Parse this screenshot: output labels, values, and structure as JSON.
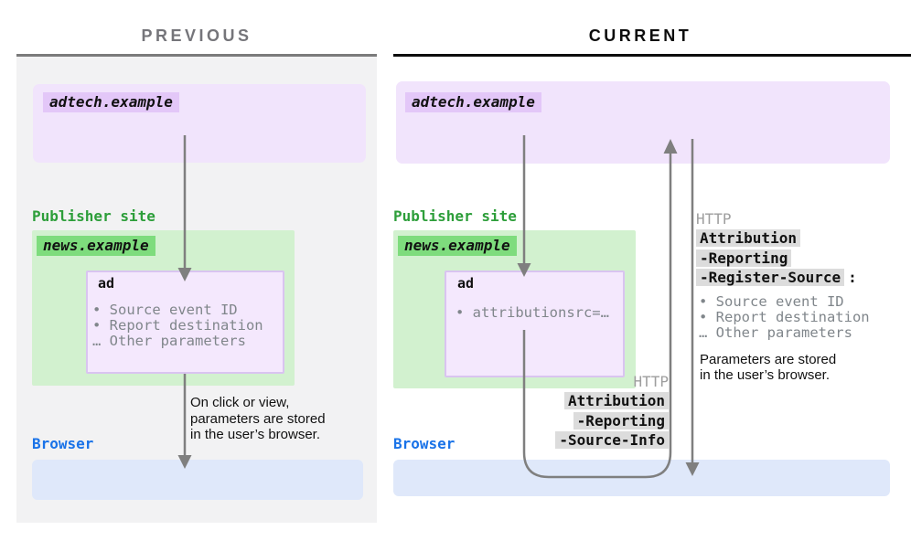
{
  "headers": {
    "previous": "PREVIOUS",
    "current": "CURRENT"
  },
  "previous": {
    "adtech_label": "adtech.example",
    "publisher_label": "Publisher site",
    "news_label": "news.example",
    "ad_title": "ad",
    "ad_params": [
      "• Source event ID",
      "• Report destination",
      "… Other parameters"
    ],
    "flow_note": [
      "On click or view,",
      "parameters are stored",
      "in the user’s browser."
    ],
    "browser_label": "Browser"
  },
  "current": {
    "adtech_label": "adtech.example",
    "publisher_label": "Publisher site",
    "news_label": "news.example",
    "ad_title": "ad",
    "ad_params": [
      "• attributionsrc=…"
    ],
    "register_request": {
      "protocol": "HTTP",
      "header_lines": [
        "Attribution",
        "-Reporting",
        "-Register-Source"
      ],
      "colon": ":",
      "params": [
        "• Source event ID",
        "• Report destination",
        "… Other parameters"
      ],
      "note": [
        "Parameters are stored",
        "in the user’s browser."
      ]
    },
    "source_request": {
      "protocol": "HTTP",
      "header_lines": [
        "Attribution",
        "-Reporting",
        "-Source-Info"
      ]
    },
    "browser_label": "Browser"
  },
  "colors": {
    "previous_panel_bg": "#f2f2f3",
    "adtech_fill": "#f1e4fc",
    "adtech_chip": "#e3c7f8",
    "publisher_green_text": "#2d9e3a",
    "green_fill": "#d2f1cf",
    "news_chip": "#7edc7d",
    "ad_fill": "#f4e8fd",
    "ad_border": "#d9c4f0",
    "browser_blue_text": "#1a73e8",
    "browser_fill": "#dfe8fa",
    "arrow_gray": "#7f7f7f",
    "muted_param_text": "#80868b",
    "http_label_bg": "#dcdcdc",
    "http_protocol_text": "#9e9e9e"
  }
}
